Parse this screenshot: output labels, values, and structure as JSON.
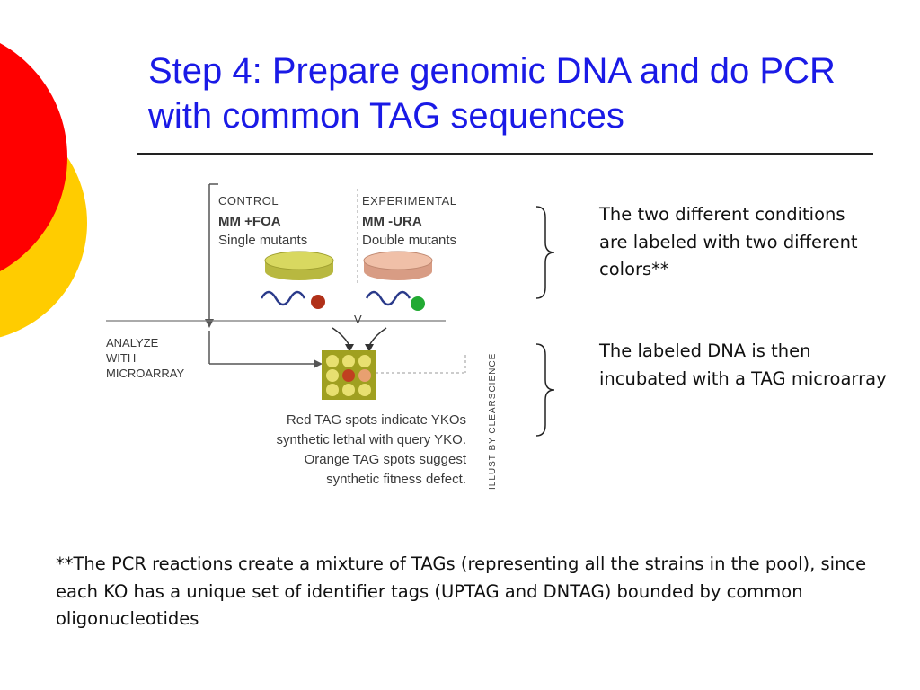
{
  "slide": {
    "title": "Step 4:  Prepare genomic DNA and do PCR with common TAG sequences"
  },
  "figure": {
    "control": {
      "heading": "CONTROL",
      "medium": "MM +FOA",
      "mutants": "Single mutants"
    },
    "experimental": {
      "heading": "EXPERIMENTAL",
      "medium": "MM -URA",
      "mutants": "Double mutants"
    },
    "analyze": [
      "ANALYZE",
      "WITH",
      "MICROARRAY"
    ],
    "caption": [
      "Red TAG spots indicate YKOs",
      "synthetic lethal with query YKO.",
      "Orange TAG spots suggest",
      "synthetic fitness defect."
    ],
    "credit": "ILLUST BY CLEARSCIENCE"
  },
  "notes": {
    "labeling": "The two different conditions are labeled with two different colors**",
    "microarray": "The labeled DNA is then incubated with a TAG microarray"
  },
  "footnote": "**The PCR reactions create a mixture of TAGs (representing all the strains in the pool), since each KO has a unique set of identifier tags (UPTAG and DNTAG) bounded by common oligonucleotides",
  "colors": {
    "title": "#1a1ae6",
    "deco_red": "#ff0000",
    "deco_yellow": "#ffcc00",
    "control_plate": "#d8d860",
    "experimental_plate": "#f0c0a8",
    "control_dot": "#b03018",
    "experimental_dot": "#22aa33",
    "array_fill": "#a0a020"
  }
}
